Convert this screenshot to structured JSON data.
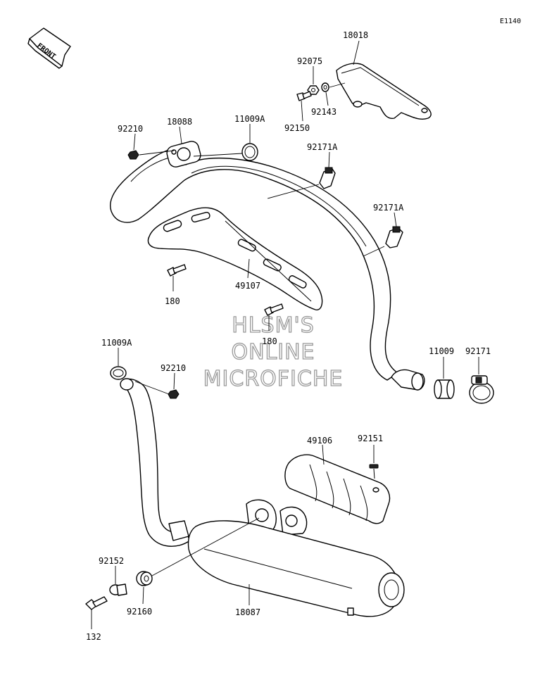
{
  "diagram": {
    "code": "E1140",
    "front_label": "FRONT",
    "watermark": [
      "HLSM'S",
      "ONLINE",
      "MICROFICHE"
    ],
    "parts": {
      "p18018": "18018",
      "p92075": "92075",
      "p92143": "92143",
      "p92150": "92150",
      "p92210a": "92210",
      "p18088": "18088",
      "p11009a_top": "11009A",
      "p92171a_1": "92171A",
      "p92171a_2": "92171A",
      "p180_a": "180",
      "p49107": "49107",
      "p180_b": "180",
      "p11009a_bot": "11009A",
      "p92210b": "92210",
      "p11009": "11009",
      "p92171": "92171",
      "p49106": "49106",
      "p92151": "92151",
      "p92152": "92152",
      "p92160": "92160",
      "p18087": "18087",
      "p132": "132"
    }
  }
}
